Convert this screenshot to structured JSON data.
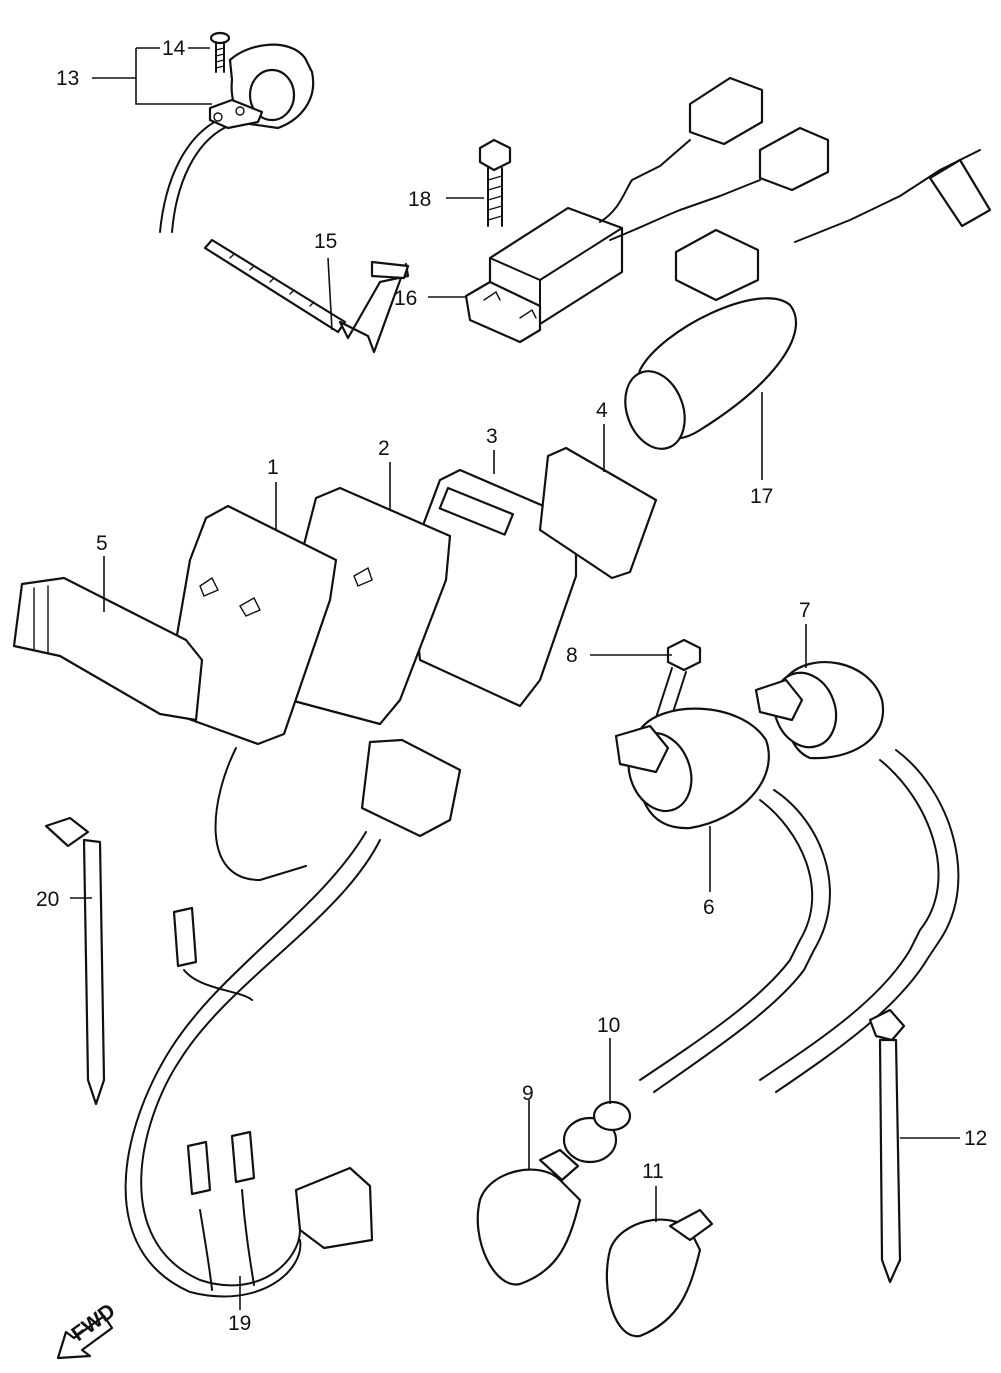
{
  "diagram": {
    "callouts": [
      {
        "id": "c1",
        "label": "1"
      },
      {
        "id": "c2",
        "label": "2"
      },
      {
        "id": "c3",
        "label": "3"
      },
      {
        "id": "c4",
        "label": "4"
      },
      {
        "id": "c5",
        "label": "5"
      },
      {
        "id": "c6",
        "label": "6"
      },
      {
        "id": "c7",
        "label": "7"
      },
      {
        "id": "c8",
        "label": "8"
      },
      {
        "id": "c9",
        "label": "9"
      },
      {
        "id": "c10",
        "label": "10"
      },
      {
        "id": "c11",
        "label": "11"
      },
      {
        "id": "c12",
        "label": "12"
      },
      {
        "id": "c13",
        "label": "13"
      },
      {
        "id": "c14",
        "label": "14"
      },
      {
        "id": "c15",
        "label": "15"
      },
      {
        "id": "c16",
        "label": "16"
      },
      {
        "id": "c17",
        "label": "17"
      },
      {
        "id": "c18",
        "label": "18"
      },
      {
        "id": "c19",
        "label": "19"
      },
      {
        "id": "c20",
        "label": "20"
      }
    ],
    "fwd_label": "FWD"
  }
}
